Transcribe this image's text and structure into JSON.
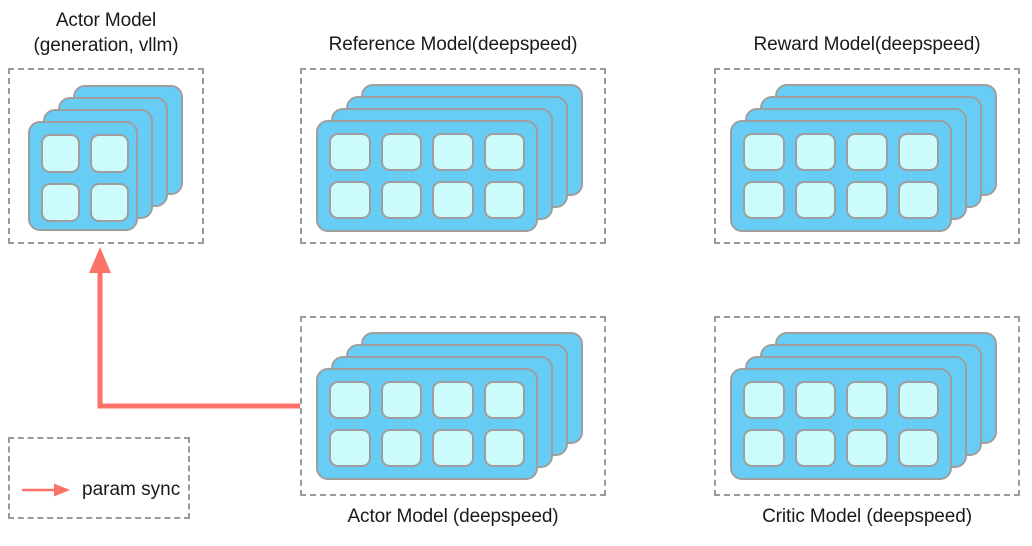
{
  "diagram": {
    "title_actor_vllm": "Actor Model\n(generation, vllm)",
    "title_reference": "Reference Model(deepspeed)",
    "title_reward": "Reward Model(deepspeed)",
    "title_actor_deepspeed": "Actor Model (deepspeed)",
    "title_critic": "Critic Model (deepspeed)",
    "legend": {
      "label": "param sync"
    },
    "colors": {
      "card_fill": "#68cdf4",
      "cell_fill": "#ccfbfb",
      "card_border": "#9e9e9e",
      "group_border": "#9a9a9a",
      "arrow": "#fa7268",
      "text": "#1a1a1a",
      "background": "#ffffff"
    },
    "stack_depth": 4,
    "grid_small": {
      "cols": 2,
      "rows": 2
    },
    "grid_wide": {
      "cols": 4,
      "rows": 2
    }
  }
}
